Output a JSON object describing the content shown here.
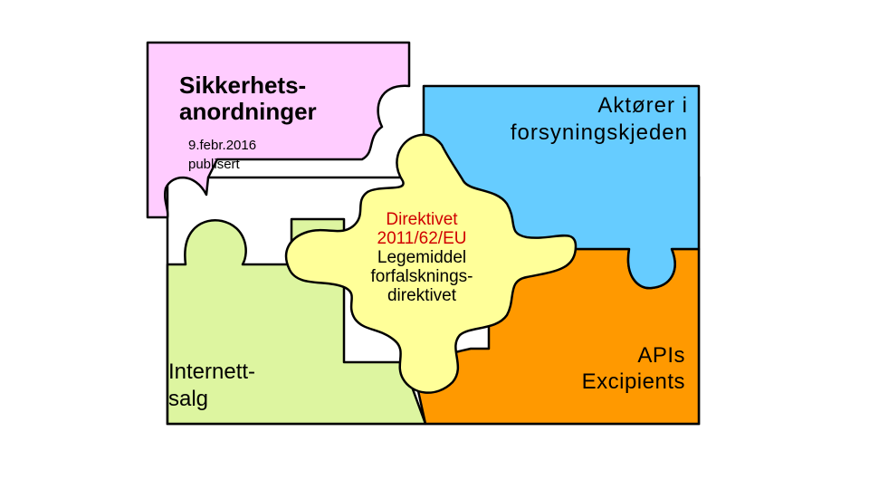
{
  "pieces": {
    "pink": {
      "color": "#ffccff",
      "title_line1": "Sikkerhets-",
      "title_line2": "anordninger",
      "note_line1": "9.febr.2016",
      "note_line2": "publisert"
    },
    "blue": {
      "color": "#66ccff",
      "title_line1": "Aktører i",
      "title_line2": "forsyningskjeden"
    },
    "center": {
      "color": "#ffff99",
      "line1": "Direktivet",
      "line2": "2011/62/EU",
      "line3": "Legemiddel",
      "line4": "forfalsknings-",
      "line5": "direktivet",
      "highlight_color": "#d00000"
    },
    "green": {
      "color": "#ddf5a0",
      "title_line1": "Internett-",
      "title_line2": "salg"
    },
    "orange": {
      "color": "#ff9900",
      "title_line1": "APIs",
      "title_line2": "Excipients"
    }
  }
}
